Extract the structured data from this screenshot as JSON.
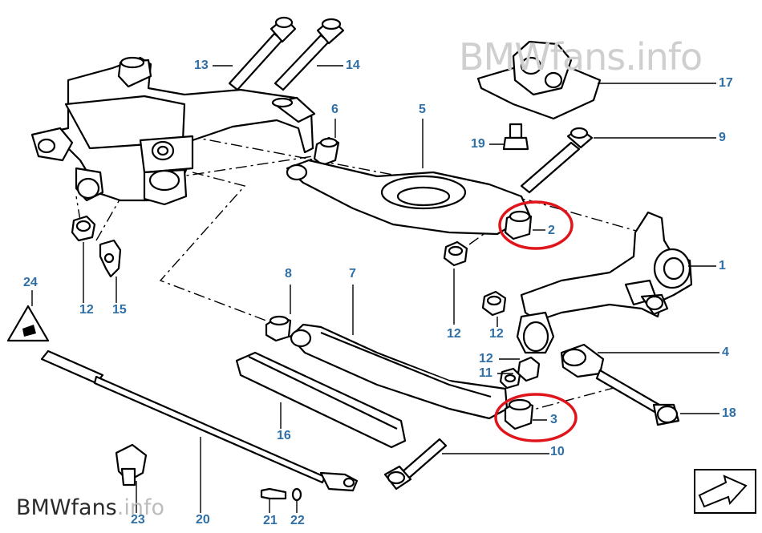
{
  "watermarks": {
    "top": "BMWfans.info",
    "bottom_dark": "BMWfans",
    "bottom_light": ".info"
  },
  "callouts": {
    "c1": "1",
    "c2": "2",
    "c3": "3",
    "c4": "4",
    "c5": "5",
    "c6": "6",
    "c7": "7",
    "c8": "8",
    "c9": "9",
    "c10": "10",
    "c11": "11",
    "c12a": "12",
    "c12b": "12",
    "c12c": "12",
    "c12d": "12",
    "c13": "13",
    "c14": "14",
    "c15": "15",
    "c16": "16",
    "c17": "17",
    "c18": "18",
    "c19": "19",
    "c20": "20",
    "c21": "21",
    "c22": "22",
    "c23": "23",
    "c24": "24"
  },
  "colors": {
    "callout": "#2f6fa6",
    "highlight": "#e0141b",
    "line": "#000000"
  },
  "icons": {
    "warning": "warning-triangle-icon",
    "direction": "direction-arrow-icon"
  }
}
